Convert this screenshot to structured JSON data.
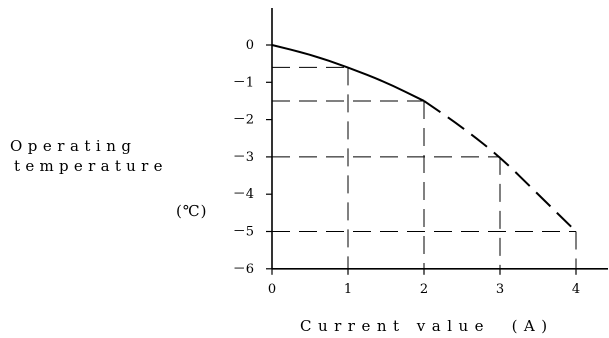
{
  "chart_data": {
    "type": "line",
    "title": "",
    "xlabel": "Current value　(A)",
    "ylabel_lines": [
      "Operating",
      "temperature",
      "(℃)"
    ],
    "xlim": [
      0,
      4.5
    ],
    "ylim": [
      -6,
      1
    ],
    "x_ticks": [
      0,
      1,
      2,
      3,
      4
    ],
    "x_tick_labels": [
      "0",
      "1",
      "2",
      "3",
      "4"
    ],
    "y_ticks": [
      0,
      -1,
      -2,
      -3,
      -4,
      -5,
      -6
    ],
    "y_tick_labels": [
      "0",
      "－1",
      "－2",
      "－3",
      "－4",
      "－5",
      "－6"
    ],
    "grid": false,
    "series": [
      {
        "segments": [
          {
            "style": "solid",
            "x": [
              0,
              0.5,
              1.0,
              1.5,
              2.0
            ],
            "y": [
              0,
              -0.25,
              -0.6,
              -1.0,
              -1.5
            ]
          },
          {
            "style": "dashed",
            "x": [
              2.0,
              2.5,
              3.0,
              3.5,
              4.0
            ],
            "y": [
              -1.5,
              -2.2,
              -3.0,
              -4.0,
              -5.0
            ]
          }
        ]
      }
    ],
    "reference_points": [
      {
        "x": 1,
        "y": -0.6
      },
      {
        "x": 2,
        "y": -1.5
      },
      {
        "x": 3,
        "y": -3.0
      },
      {
        "x": 4,
        "y": -5.0
      }
    ]
  }
}
